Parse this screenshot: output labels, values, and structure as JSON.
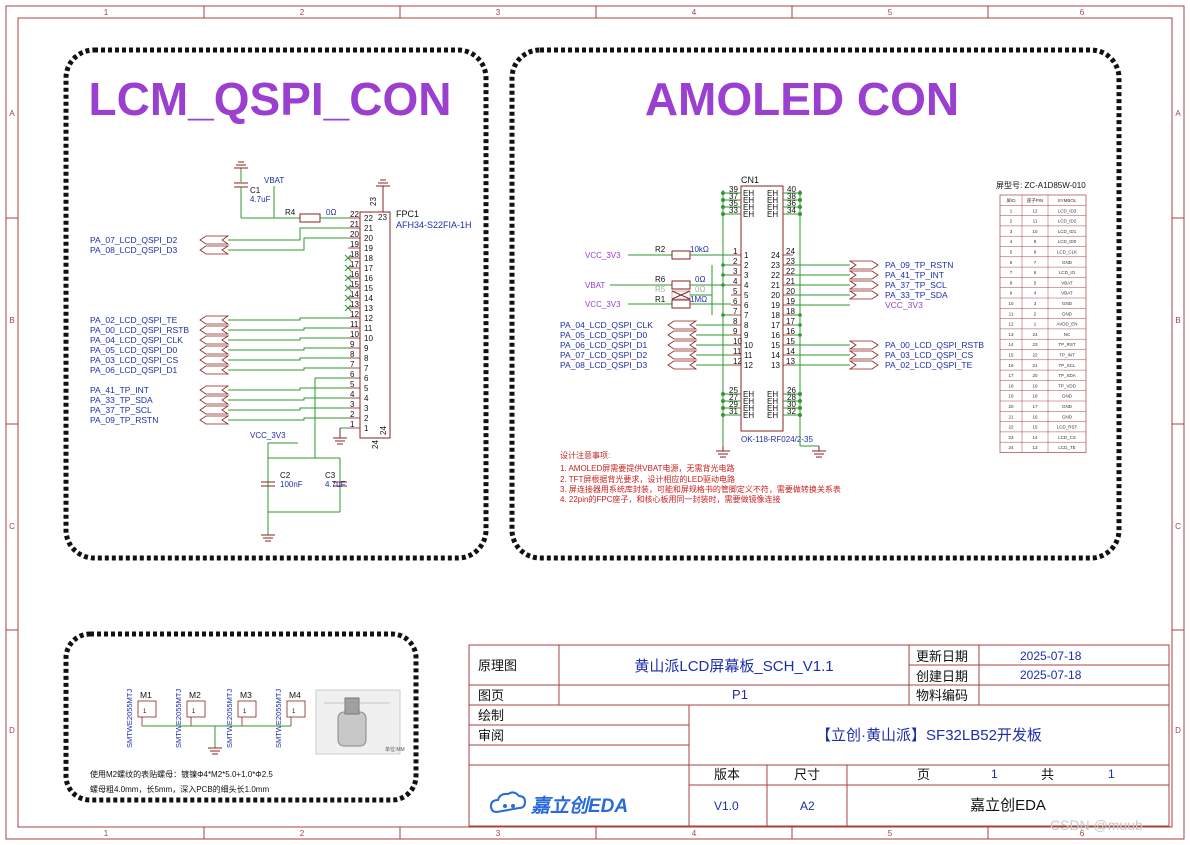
{
  "frame": {
    "top_numbers": [
      "1",
      "2",
      "3",
      "4",
      "5",
      "6"
    ],
    "bottom_numbers": [
      "1",
      "2",
      "3",
      "4",
      "5",
      "6"
    ],
    "side_letters": [
      "A",
      "B",
      "C",
      "D"
    ]
  },
  "lcm": {
    "title": "LCM_QSPI_CON",
    "vbat": "VBAT",
    "c1_ref": "C1",
    "c1_val": "4.7uF",
    "r4_ref": "R4",
    "r4_val": "0Ω",
    "fpc_ref": "FPC1",
    "fpc_part": "AFH34-S22FIA-1H",
    "fpc_pin_23": "23",
    "fpc_pin_24": "24",
    "vcc": "VCC_3V3",
    "c2_ref": "C2",
    "c2_val": "100nF",
    "c3_ref": "C3",
    "c3_val": "4.7uF",
    "nets_left": [
      {
        "name": "PA_07_LCD_QSPI_D2",
        "pin": "21"
      },
      {
        "name": "PA_08_LCD_QSPI_D3",
        "pin": "20"
      },
      {
        "name": "PA_02_LCD_QSPI_TE",
        "pin": "12"
      },
      {
        "name": "PA_00_LCD_QSPI_RSTB",
        "pin": "11"
      },
      {
        "name": "PA_04_LCD_QSPI_CLK",
        "pin": "10"
      },
      {
        "name": "PA_05_LCD_QSPI_D0",
        "pin": "9"
      },
      {
        "name": "PA_03_LCD_QSPI_CS",
        "pin": "8"
      },
      {
        "name": "PA_06_LCD_QSPI_D1",
        "pin": "7"
      },
      {
        "name": "PA_41_TP_INT",
        "pin": "5"
      },
      {
        "name": "PA_33_TP_SDA",
        "pin": "4"
      },
      {
        "name": "PA_37_TP_SCL",
        "pin": "3"
      },
      {
        "name": "PA_09_TP_RSTN",
        "pin": "2"
      }
    ],
    "pins": [
      "22",
      "21",
      "20",
      "19",
      "18",
      "17",
      "16",
      "15",
      "14",
      "13",
      "12",
      "11",
      "10",
      "9",
      "8",
      "7",
      "6",
      "5",
      "4",
      "3",
      "2",
      "1"
    ]
  },
  "amoled": {
    "title": "AMOLED CON",
    "cn_ref": "CN1",
    "cn_part": "OK-118-RF024/2-35",
    "left_pins": [
      "1",
      "2",
      "3",
      "4",
      "5",
      "6",
      "7",
      "8",
      "9",
      "10",
      "11",
      "12"
    ],
    "right_pins": [
      "24",
      "23",
      "22",
      "21",
      "20",
      "19",
      "18",
      "17",
      "16",
      "15",
      "14",
      "13"
    ],
    "eh_left_top": [
      "39",
      "37",
      "35",
      "33"
    ],
    "eh_right_top": [
      "40",
      "38",
      "36",
      "34"
    ],
    "eh_left_bot": [
      "25",
      "27",
      "29",
      "31"
    ],
    "eh_right_bot": [
      "26",
      "28",
      "30",
      "32"
    ],
    "eh_label": "EH",
    "vcc1": "VCC_3V3",
    "vbat": "VBAT",
    "vcc2": "VCC_3V3",
    "r2_ref": "R2",
    "r2_val": "10kΩ",
    "r6_ref": "R6",
    "r6_val": "0Ω",
    "r5_ref": "R5",
    "r5_val": "0Ω",
    "r1_ref": "R1",
    "r1_val": "1MΩ",
    "left_nets": [
      "PA_04_LCD_QSPI_CLK",
      "PA_05_LCD_QSPI_D0",
      "PA_06_LCD_QSPI_D1",
      "PA_07_LCD_QSPI_D2",
      "PA_08_LCD_QSPI_D3"
    ],
    "right_nets_top": [
      "PA_09_TP_RSTN",
      "PA_41_TP_INT",
      "PA_37_TP_SCL",
      "PA_33_TP_SDA",
      "VCC_3V3"
    ],
    "right_nets_bot": [
      "PA_00_LCD_QSPI_RSTB",
      "PA_03_LCD_QSPI_CS",
      "PA_02_LCD_QSPI_TE"
    ],
    "notes_title": "设计注意事项:",
    "notes": [
      "1. AMOLED屏需要提供VBAT电源，无需背光电路",
      "2. TFT屏根据背光要求，设计相应的LED驱动电路",
      "3. 屏连接器用系统库封装，可能和屏规格书的管脚定义不符，需要做转换关系表",
      "4. 22pin的FPC座子，和核心板用同一封装时，需要做镜像连接"
    ],
    "table_title": "屏型号: ZC-A1D85W-010",
    "table_headers": [
      "屏ID",
      "座子PIN",
      "SYMBOL"
    ],
    "table_rows": [
      [
        "1",
        "12",
        "LCD_ID3"
      ],
      [
        "2",
        "11",
        "LCD_ID2"
      ],
      [
        "3",
        "10",
        "LCD_ID1"
      ],
      [
        "4",
        "9",
        "LCD_ID0"
      ],
      [
        "5",
        "8",
        "LCD_CLK"
      ],
      [
        "6",
        "7",
        "GND"
      ],
      [
        "7",
        "6",
        "LCD_IO"
      ],
      [
        "8",
        "5",
        "VBAT"
      ],
      [
        "9",
        "4",
        "VBAT"
      ],
      [
        "10",
        "3",
        "GND"
      ],
      [
        "11",
        "2",
        "GND"
      ],
      [
        "12",
        "1",
        "AVDD_EN"
      ],
      [
        "13",
        "24",
        "NC"
      ],
      [
        "14",
        "23",
        "TP_RST"
      ],
      [
        "15",
        "22",
        "TP_INT"
      ],
      [
        "16",
        "21",
        "TP_SCL"
      ],
      [
        "17",
        "20",
        "TP_SDA"
      ],
      [
        "18",
        "19",
        "TP_VDD"
      ],
      [
        "19",
        "18",
        "GND"
      ],
      [
        "20",
        "17",
        "GND"
      ],
      [
        "21",
        "16",
        "GND"
      ],
      [
        "22",
        "15",
        "LCD_RST"
      ],
      [
        "23",
        "14",
        "LCD_CS"
      ],
      [
        "24",
        "13",
        "LCD_TE"
      ]
    ]
  },
  "mech": {
    "parts": [
      {
        "ref": "M1",
        "part": "SMTWE2055MTJ"
      },
      {
        "ref": "M2",
        "part": "SMTWE2055MTJ"
      },
      {
        "ref": "M3",
        "part": "SMTWE2055MTJ"
      },
      {
        "ref": "M4",
        "part": "SMTWE2055MTJ"
      }
    ],
    "note1": "使用M2螺纹的表贴螺母：镀镍Φ4*M2*5.0+1.0*Φ2.5",
    "note2": "螺母粗4.0mm，长5mm，深入PCB的细头长1.0mm",
    "photo_caption": "单位:MM"
  },
  "titleblock": {
    "label_schematic": "原理图",
    "sheet_name": "黄山派LCD屏幕板_SCH_V1.1",
    "label_update": "更新日期",
    "update_date": "2025-07-18",
    "label_create": "创建日期",
    "create_date": "2025-07-18",
    "label_page": "图页",
    "page_name": "P1",
    "label_material": "物料编码",
    "label_draw": "绘制",
    "label_review": "审阅",
    "board_name": "【立创·黄山派】SF32LB52开发板",
    "label_version": "版本",
    "label_size": "尺寸",
    "label_page2": "页",
    "page_num": "1",
    "label_total": "共",
    "page_total": "1",
    "logo_text": "嘉立创EDA",
    "version": "V1.0",
    "size": "A2",
    "company": "嘉立创EDA"
  },
  "watermark": "CSDN @muub",
  "colors": {
    "frame": "#a84040",
    "wire": "#2c9a2c",
    "net": "#1d2fa8",
    "title": "#9a3fd0",
    "red": "#cc1f1f",
    "pin": "#8a2020"
  }
}
